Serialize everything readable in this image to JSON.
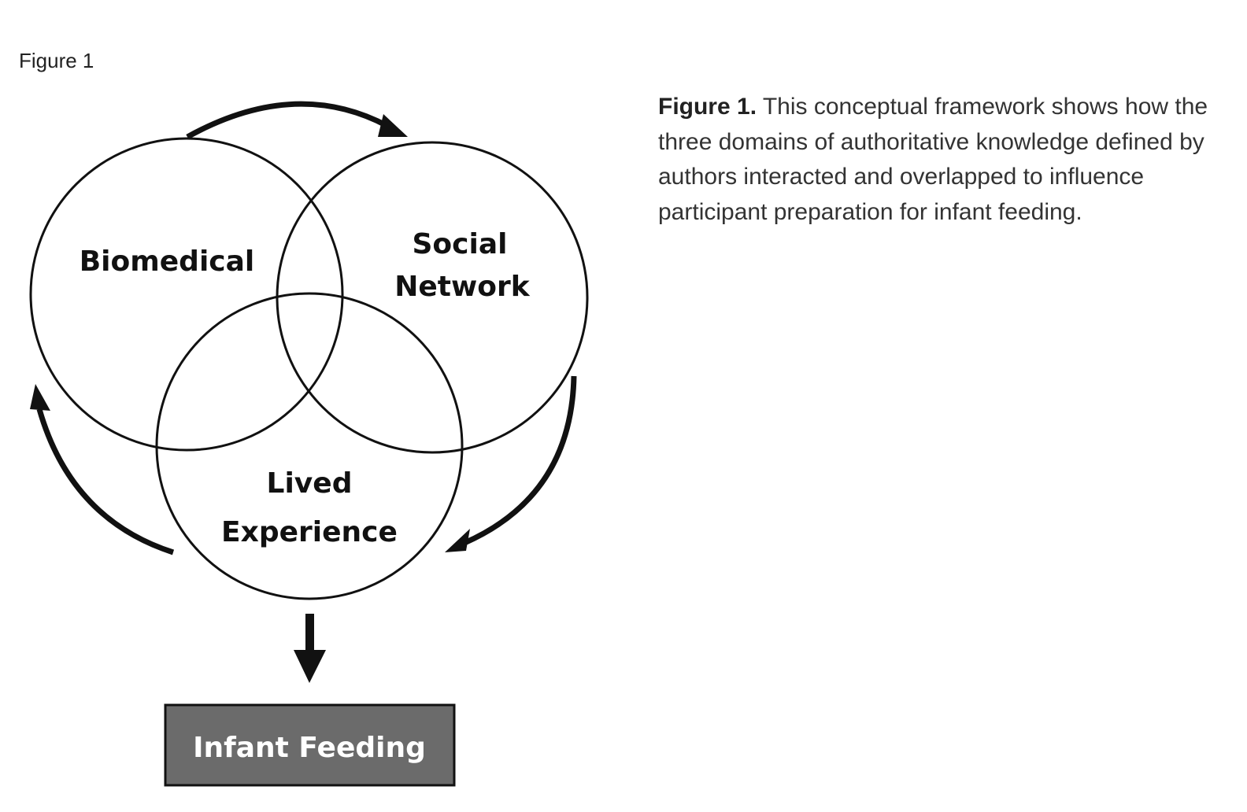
{
  "header": {
    "figure_label": "Figure 1"
  },
  "diagram": {
    "circles": {
      "biomedical": "Biomedical",
      "social_line1": "Social",
      "social_line2": "Network",
      "lived_line1": "Lived",
      "lived_line2": "Experience"
    },
    "output_box": {
      "label": "Infant Feeding",
      "fill_color": "#6b6b6b",
      "text_color": "#ffffff"
    },
    "stroke_color": "#111111"
  },
  "caption": {
    "title": "Figure 1.",
    "body": " This conceptual framework shows how the three domains of authoritative knowledge defined by authors interacted and overlapped to influence participant preparation for infant feeding."
  }
}
